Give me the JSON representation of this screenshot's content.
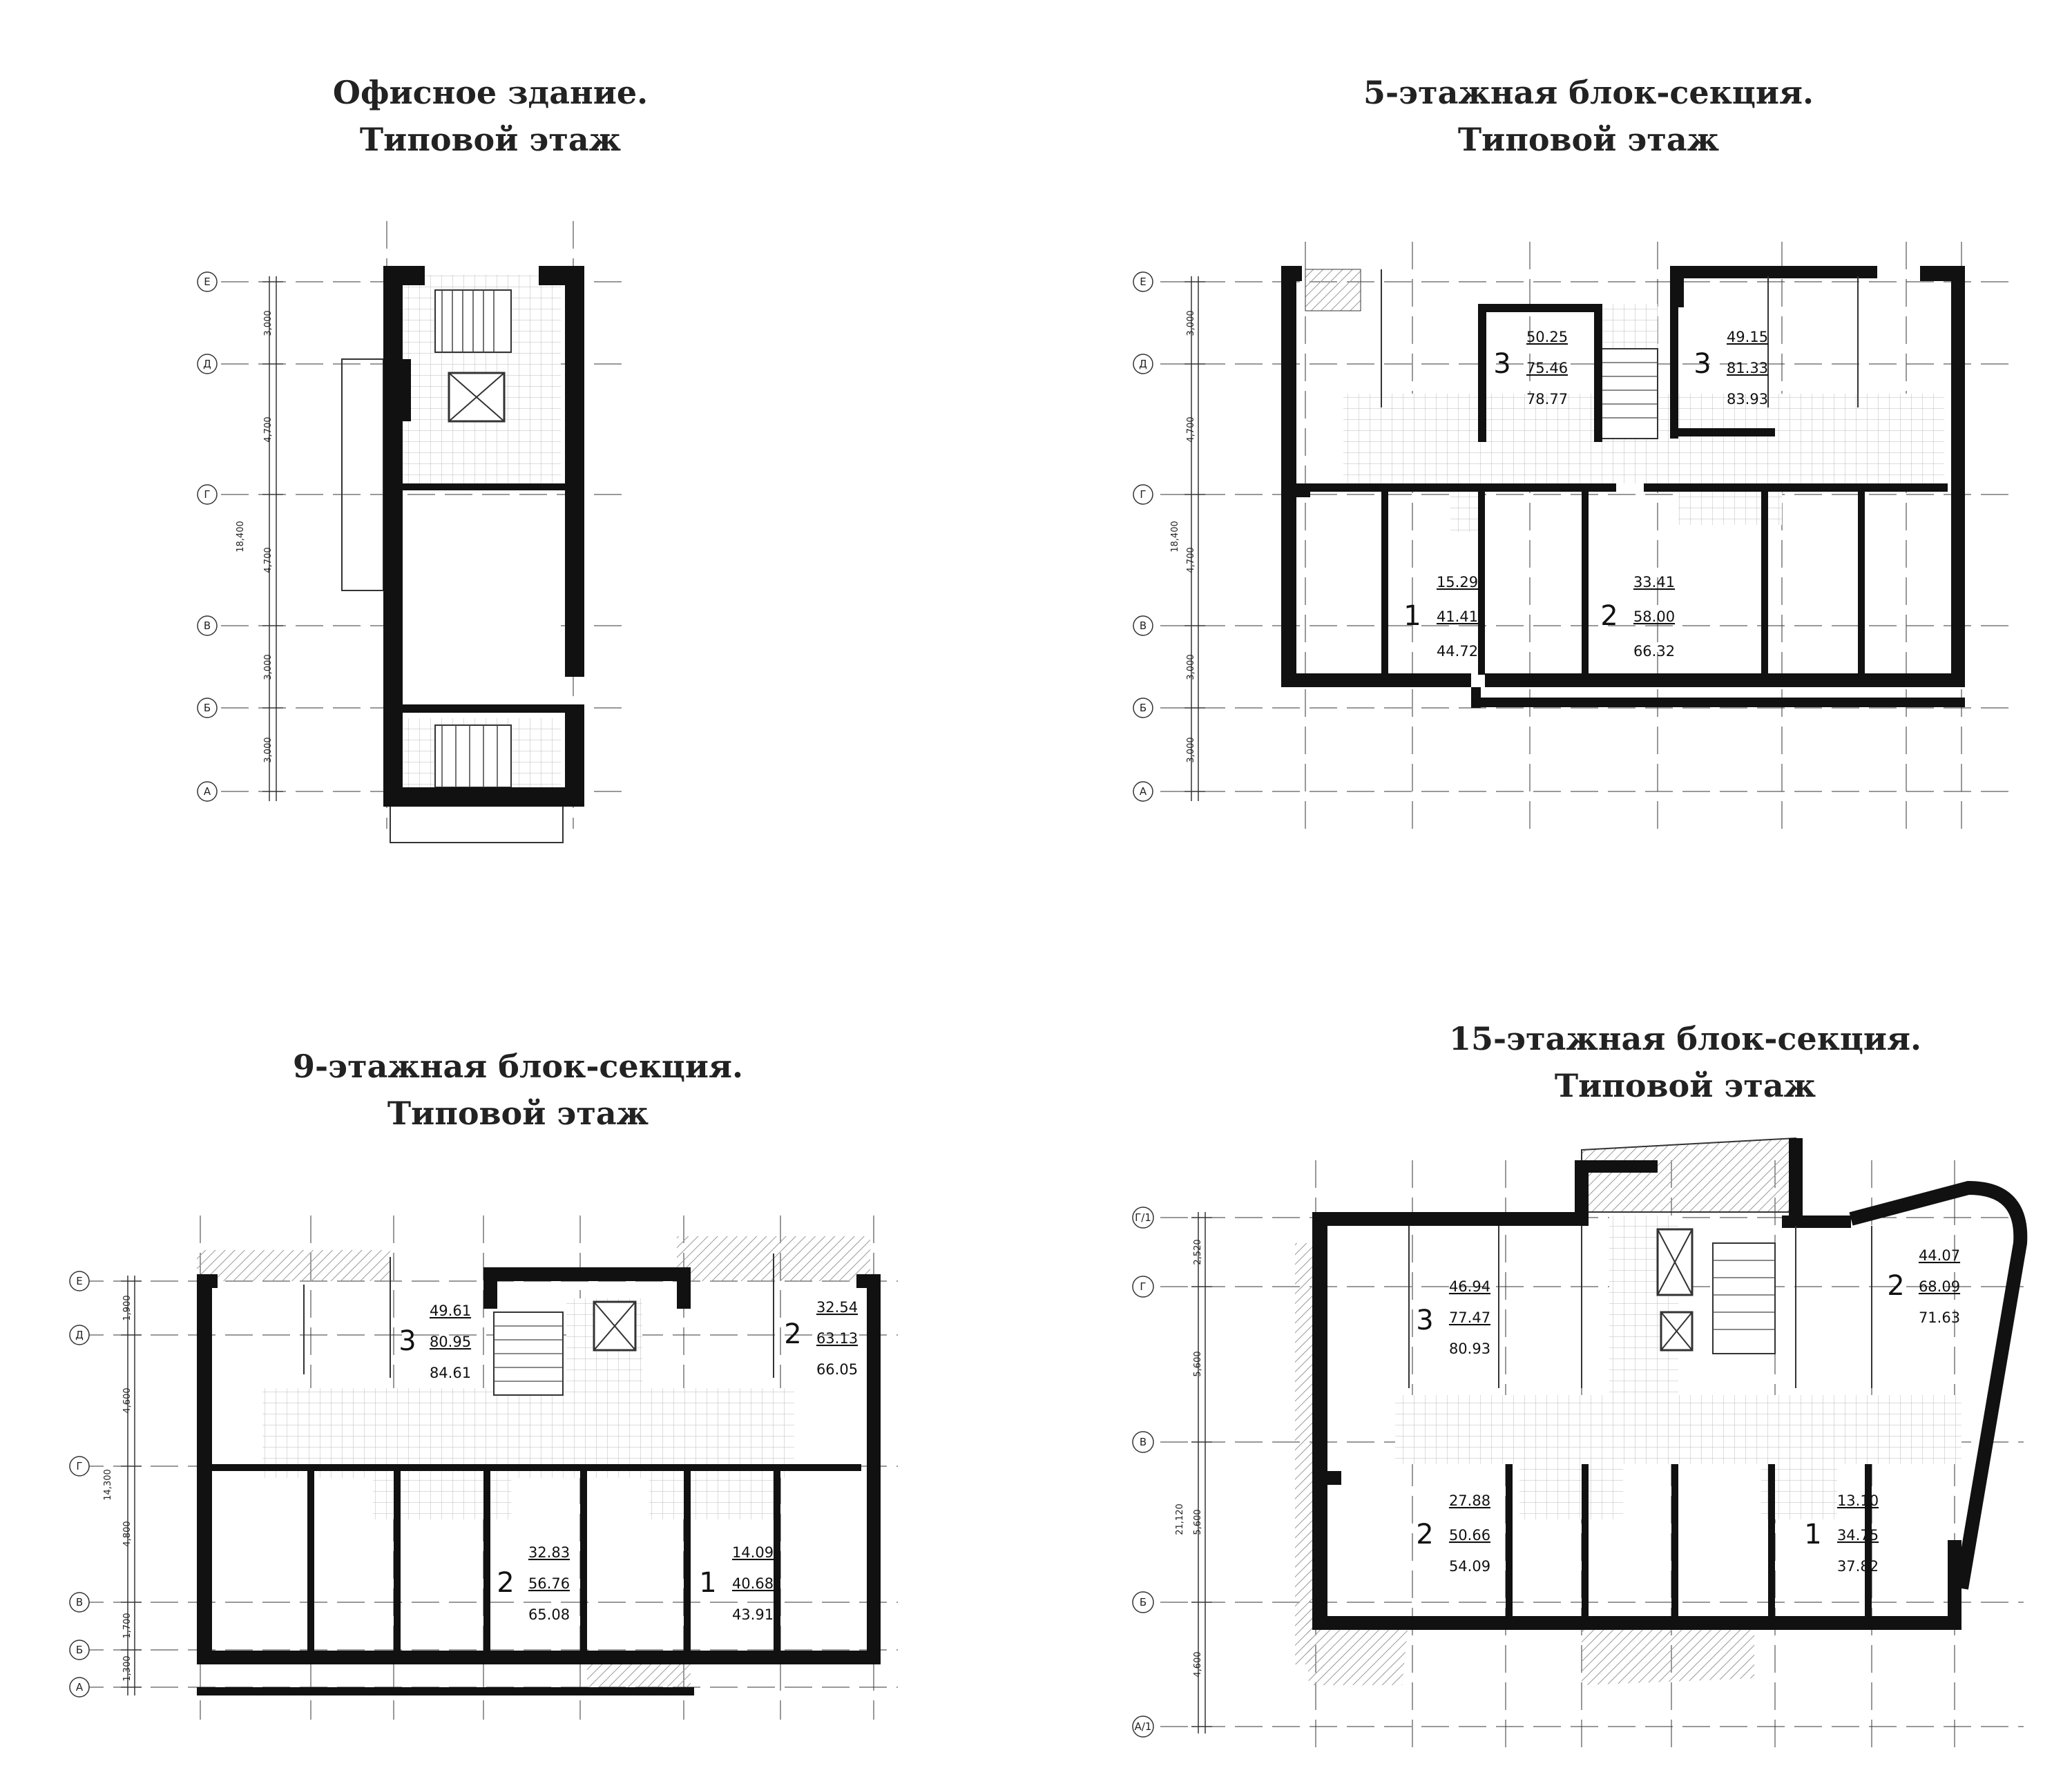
{
  "plans": [
    {
      "id": "p1",
      "title": [
        "Офисное здание.",
        "Типовой этаж"
      ],
      "axes": [
        "Е",
        "Д",
        "Г",
        "В",
        "Б",
        "А"
      ],
      "dims": [
        "3,000",
        "4,700",
        "4,700",
        "3,000",
        "3,000"
      ],
      "total": "18,400",
      "apartments": []
    },
    {
      "id": "p2",
      "title": [
        "5-этажная блок-секция.",
        "Типовой этаж"
      ],
      "axes": [
        "Е",
        "Д",
        "Г",
        "В",
        "Б",
        "А"
      ],
      "dims": [
        "3,000",
        "4,700",
        "4,700",
        "3,000",
        "3,000"
      ],
      "total": "18,400",
      "apartments": [
        {
          "rooms": "3",
          "a": "50.25",
          "b": "75.46",
          "c": "78.77"
        },
        {
          "rooms": "3",
          "a": "49.15",
          "b": "81.33",
          "c": "83.93"
        },
        {
          "rooms": "1",
          "a": "15.29",
          "b": "41.41",
          "c": "44.72"
        },
        {
          "rooms": "2",
          "a": "33.41",
          "b": "58.00",
          "c": "66.32"
        }
      ]
    },
    {
      "id": "p3",
      "title": [
        "9-этажная блок-секция.",
        "Типовой этаж"
      ],
      "axes": [
        "Е",
        "Д",
        "Г",
        "В",
        "Б",
        "А"
      ],
      "dims": [
        "1,900",
        "4,600",
        "4,800",
        "1,700",
        "1,300"
      ],
      "total": "14,300",
      "apartments": [
        {
          "rooms": "3",
          "a": "49.61",
          "b": "80.95",
          "c": "84.61"
        },
        {
          "rooms": "2",
          "a": "32.54",
          "b": "63.13",
          "c": "66.05"
        },
        {
          "rooms": "2",
          "a": "32.83",
          "b": "56.76",
          "c": "65.08"
        },
        {
          "rooms": "1",
          "a": "14.09",
          "b": "40.68",
          "c": "43.91"
        }
      ]
    },
    {
      "id": "p4",
      "title": [
        "15-этажная блок-секция.",
        "Типовой этаж"
      ],
      "axes": [
        "Г/1",
        "Г",
        "В",
        "Б",
        "А/1"
      ],
      "dims": [
        "2,520",
        "5,600",
        "5,600",
        "4,600"
      ],
      "total": "21,120",
      "apartments": [
        {
          "rooms": "3",
          "a": "46.94",
          "b": "77.47",
          "c": "80.93"
        },
        {
          "rooms": "2",
          "a": "44.07",
          "b": "68.09",
          "c": "71.63"
        },
        {
          "rooms": "2",
          "a": "27.88",
          "b": "50.66",
          "c": "54.09"
        },
        {
          "rooms": "1",
          "a": "13.10",
          "b": "34.75",
          "c": "37.82"
        }
      ]
    }
  ]
}
